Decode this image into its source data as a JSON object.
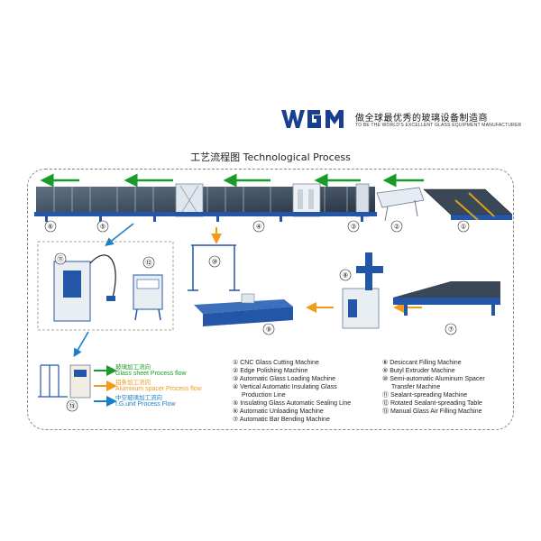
{
  "brand": {
    "logo_text": "WGM",
    "slogan_cn": "做全球最优秀的玻璃设备制造商",
    "slogan_en": "TO BE THE WORLD'S EXCELLENT GLASS EQUIPMENT MANUFACTURER"
  },
  "title": "工艺流程图 Technological Process",
  "stations": {
    "s1": "①",
    "s2": "②",
    "s3": "③",
    "s4": "④",
    "s5": "⑤",
    "s6": "⑥",
    "s7": "⑦",
    "s8": "⑧",
    "s9": "⑨",
    "s10": "⑩",
    "s11": "⑪",
    "s12": "⑫",
    "s13": "⑬"
  },
  "legend": [
    {
      "cn": "玻璃加工流向",
      "en": "Glass sheet Process flow",
      "color": "#1a9a2a"
    },
    {
      "cn": "铝条加工流向",
      "en": "Aluminum spacer Process flow",
      "color": "#f29a1a"
    },
    {
      "cn": "中空玻璃加工流向",
      "en": "I.G.unit  Process Flow",
      "color": "#1b7fc8"
    }
  ],
  "machines_left": [
    "① CNC Glass Cutting Machine",
    "② Edge Polishing Machine",
    "③ Automatic Glass Loading Machine",
    "④ Vertical Automatic Insulating Glass",
    "Production Line",
    "⑤ Insulating Glass Automatic Sealing Line",
    "⑥ Automatic Unloading Machine",
    "⑦ Automatic Bar Bending Machine"
  ],
  "machines_right": [
    "⑧ Desiccant Filling Machine",
    "⑨ Butyl Extruder Machine",
    "⑩ Semi-automatic Aluminum Spacer",
    "Transfer Machine",
    "⑪ Sealant-spreading Machine",
    "⑫ Rotated Sealant-spreading Table",
    "⑬ Manual Glass Air Filling Machine"
  ],
  "colors": {
    "glass_flow": "#1a9a2a",
    "spacer_flow": "#f29a1a",
    "ig_flow": "#1b7fc8",
    "machine_blue": "#2456a8",
    "frame_grey": "#8a8a8a"
  }
}
